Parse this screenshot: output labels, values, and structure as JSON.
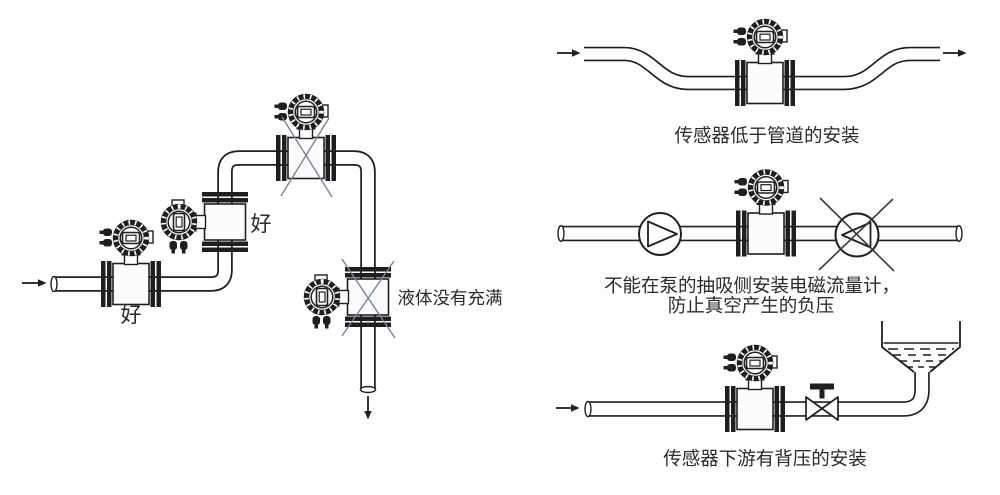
{
  "colors": {
    "background": "#ffffff",
    "ink": "#1f1f1f",
    "prohibition_cross": "#7b8494",
    "text": "#2b2b2b"
  },
  "left_diagram": {
    "good_label_1": "好",
    "good_label_2": "好",
    "liquid_not_full_label": "液体没有充满"
  },
  "right_diagrams": {
    "sensor_below_pipe": {
      "caption": "传感器低于管道的安装"
    },
    "pump_suction": {
      "caption_line1": "不能在泵的抽吸侧安装电磁流量计，",
      "caption_line2": "防止真空产生的负压"
    },
    "back_pressure": {
      "caption": "传感器下游有背压的安装"
    }
  }
}
